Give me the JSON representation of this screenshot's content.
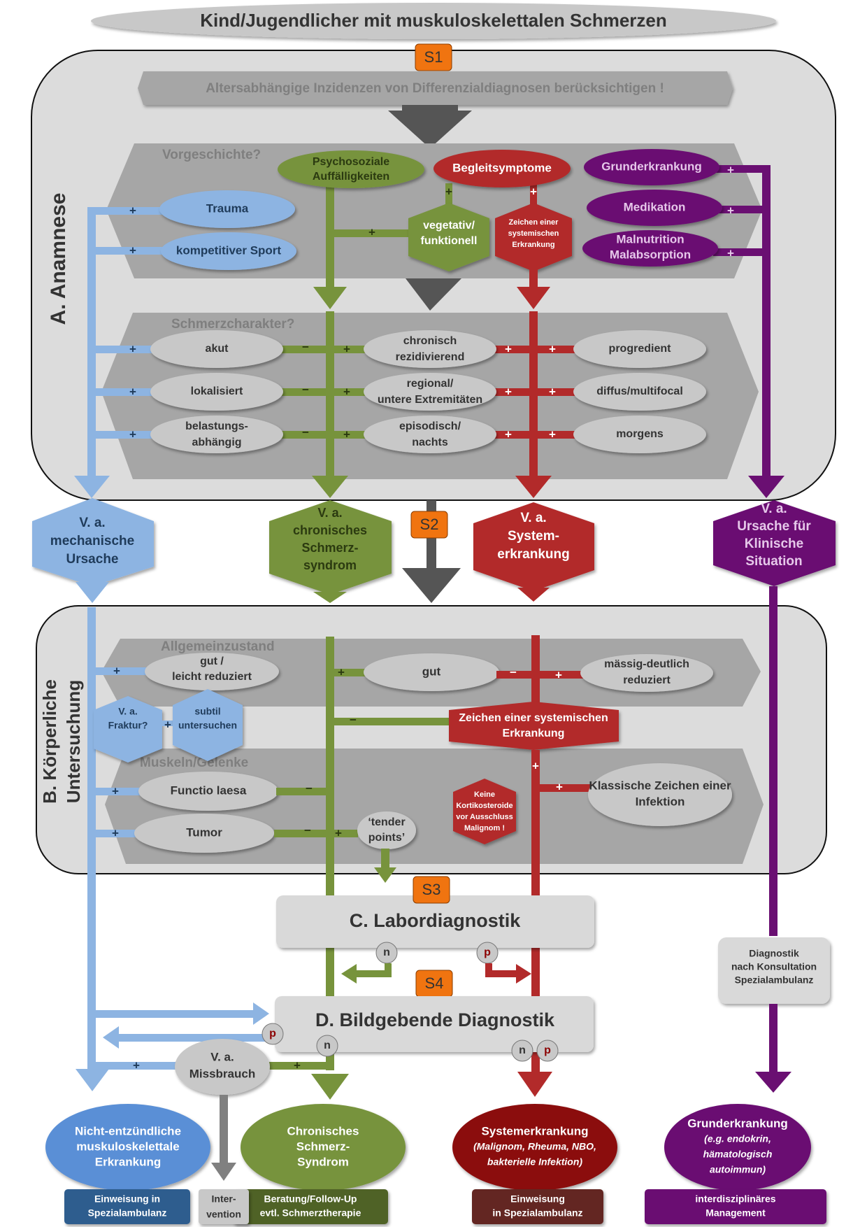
{
  "title": "Kind/Jugendlicher mit muskuloskelettalen Schmerzen",
  "colors": {
    "blue": "#8db4e2",
    "blue_dark": "#2e5d8e",
    "blue_node": "#5a8fd6",
    "green": "#77933c",
    "green_dark": "#4f6228",
    "red": "#b22a2a",
    "red_dark": "#7b1313",
    "red_box": "#632523",
    "purple": "#6a0f72",
    "orange": "#f07410",
    "grey_arrow": "#555555",
    "panel_light": "#dcdcdc",
    "panel_mid": "#a6a6a6",
    "ellipse_grey": "#c8c8c8"
  },
  "steps": {
    "s1": "S1",
    "s2": "S2",
    "s3": "S3",
    "s4": "S4"
  },
  "banner": "Altersabhängige Inzidenzen von Differenzialdiagnosen berücksichtigen !",
  "section_a": {
    "label": "A. Anamnese",
    "vorgeschichte_label": "Vorgeschichte?",
    "trauma": "Trauma",
    "sport": "kompetitiver Sport",
    "psycho": [
      "Psychosoziale",
      "Auffälligkeiten"
    ],
    "begleit": "Begleitsymptome",
    "vegetativ": [
      "vegetativ/",
      "funktionell"
    ],
    "zeichen_small": [
      "Zeichen einer",
      "systemischen",
      "Erkrankung"
    ],
    "grunderkrankung": "Grunderkrankung",
    "medikation": "Medikation",
    "malnutrition": [
      "Malnutrition",
      "Malabsorption"
    ],
    "schmerz_label": "Schmerzcharakter?",
    "rows": [
      {
        "left": [
          "akut"
        ],
        "mid": [
          "chronisch",
          "rezidivierend"
        ],
        "right": [
          "progredient"
        ]
      },
      {
        "left": [
          "lokalisiert"
        ],
        "mid": [
          "regional/",
          "untere Extremitäten"
        ],
        "right": [
          "diffus/multifocal"
        ]
      },
      {
        "left": [
          "belastungs-",
          "abhängig"
        ],
        "mid": [
          "episodisch/",
          "nachts"
        ],
        "right": [
          "morgens"
        ]
      }
    ]
  },
  "suspicions": {
    "mechanical": [
      "V. a.",
      "mechanische",
      "Ursache"
    ],
    "chronic": [
      "V. a.",
      "chronisches",
      "Schmerz-",
      "syndrom"
    ],
    "systemic": [
      "V. a.",
      "System-",
      "erkrankung"
    ],
    "cause": [
      "V. a.",
      "Ursache für",
      "Klinische",
      "Situation"
    ]
  },
  "section_b": {
    "label": [
      "B. Körperliche",
      "Untersuchung"
    ],
    "allgemein_label": "Allgemeinzustand",
    "gut_leicht": [
      "gut /",
      "leicht reduziert"
    ],
    "gut": "gut",
    "maessig": [
      "mässig-deutlich",
      "reduziert"
    ],
    "fraktur": [
      "V. a.",
      "Fraktur?"
    ],
    "subtil": [
      "subtil",
      "untersuchen"
    ],
    "zeichen_big": [
      "Zeichen einer systemischen",
      "Erkrankung"
    ],
    "muskeln_label": "Muskeln/Gelenke",
    "functio": "Functio laesa",
    "tumor": "Tumor",
    "tender": [
      "‘tender",
      "points’"
    ],
    "keine": [
      "Keine",
      "Kortikosteroide",
      "vor Ausschluss",
      "Malignom !"
    ],
    "infektion": [
      "Klassische Zeichen einer",
      "Infektion"
    ]
  },
  "section_c": {
    "label": "C. Labordiagnostik"
  },
  "section_d": {
    "label": "D. Bildgebende Diagnostik"
  },
  "markers": {
    "n": "n",
    "p": "p",
    "plus": "+",
    "minus": "−"
  },
  "spezial_diagnostik": [
    "Diagnostik",
    "nach Konsultation",
    "Spezialambulanz"
  ],
  "missbrauch": [
    "V. a.",
    "Missbrauch"
  ],
  "outcomes": [
    {
      "title": [
        "Nicht-entzündliche",
        "muskuloskelettale",
        "Erkrankung"
      ],
      "sub": [],
      "action": [
        "Einweisung in",
        "Spezialambulanz"
      ]
    },
    {
      "title": [
        "Chronisches",
        "Schmerz-",
        "Syndrom"
      ],
      "sub": [],
      "action": [
        "Beratung/Follow-Up",
        "evtl. Schmerztherapie"
      ]
    },
    {
      "title": [
        "Systemerkrankung"
      ],
      "sub": [
        "(Malignom, Rheuma, NBO,",
        "bakterielle Infektion)"
      ],
      "action": [
        "Einweisung",
        "in Spezialambulanz"
      ]
    },
    {
      "title": [
        "Grunderkrankung"
      ],
      "sub": [
        "(e.g. endokrin,",
        "hämatologisch",
        "autoimmun)"
      ],
      "action": [
        "interdisziplinäres",
        "Management"
      ]
    }
  ],
  "intervention": [
    "Inter-",
    "vention"
  ]
}
